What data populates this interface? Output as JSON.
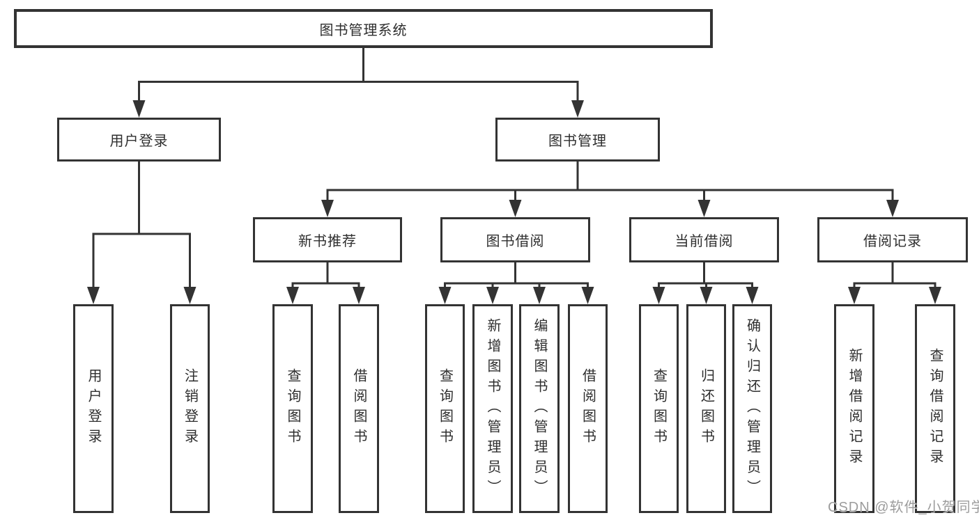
{
  "diagram": {
    "root": {
      "label": "图书管理系统"
    },
    "level2": [
      {
        "label": "用户登录",
        "leaves": [
          "用户登录",
          "注销登录"
        ]
      },
      {
        "label": "图书管理",
        "children": [
          {
            "label": "新书推荐",
            "leaves": [
              "查询图书",
              "借阅图书"
            ]
          },
          {
            "label": "图书借阅",
            "leaves": [
              "查询图书",
              "新增图书（管理员）",
              "编辑图书（管理员）",
              "借阅图书"
            ]
          },
          {
            "label": "当前借阅",
            "leaves": [
              "查询图书",
              "归还图书",
              "确认归还（管理员）"
            ]
          },
          {
            "label": "借阅记录",
            "leaves": [
              "新增借阅记录",
              "查询借阅记录"
            ]
          }
        ]
      }
    ]
  },
  "watermark": {
    "text": "CSDN @软件_小贺同学",
    "color": "#9c9c9c"
  },
  "colors": {
    "line": "#333333",
    "box_border": "#333333",
    "box_fill": "#ffffff",
    "text": "#2e2e2e",
    "background": "#ffffff"
  }
}
